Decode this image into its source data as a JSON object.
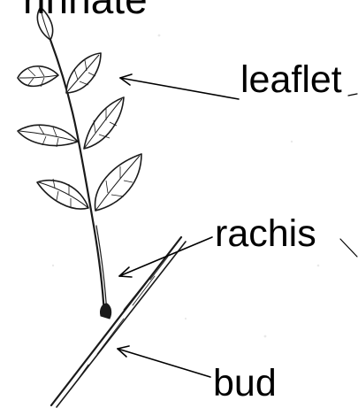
{
  "title_fragment": "rinnate",
  "labels": {
    "leaflet": "leaflet",
    "rachis": "rachis",
    "bud": "bud"
  },
  "colors": {
    "ink": "#1a1a1a",
    "text": "#000000",
    "background": "#ffffff"
  }
}
